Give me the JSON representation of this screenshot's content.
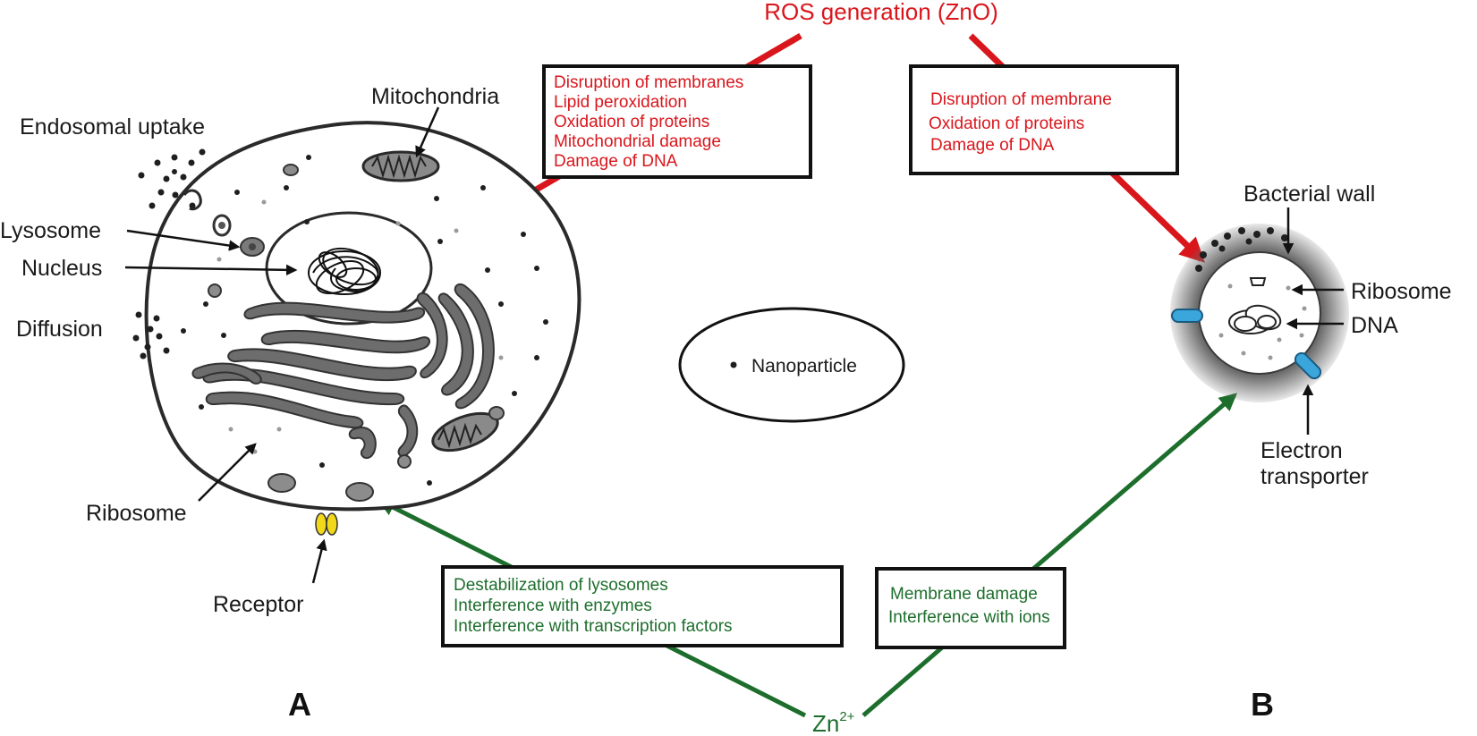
{
  "title": "ROS generation (ZnO)",
  "ion_label": {
    "base": "Zn",
    "sup": "2+"
  },
  "panel_labels": {
    "a": "A",
    "b": "B"
  },
  "legend": {
    "nanoparticle": "Nanoparticle"
  },
  "cell_labels": {
    "endosomal_uptake": "Endosomal uptake",
    "mitochondria": "Mitochondria",
    "lysosome": "Lysosome",
    "nucleus": "Nucleus",
    "diffusion": "Diffusion",
    "ribosome": "Ribosome",
    "receptor": "Receptor"
  },
  "bacteria_labels": {
    "bacterial_wall": "Bacterial wall",
    "ribosome": "Ribosome",
    "dna": "DNA",
    "electron_transporter_line1": "Electron",
    "electron_transporter_line2": "transporter"
  },
  "ros_box_cell": [
    "Disruption of membranes",
    "Lipid peroxidation",
    "Oxidation of proteins",
    "Mitochondrial damage",
    "Damage of DNA"
  ],
  "ros_box_bacteria": [
    "Disruption of membrane",
    "Oxidation of proteins",
    "Damage of DNA"
  ],
  "zn_box_cell": [
    "Destabilization of lysosomes",
    "Interference with enzymes",
    "Interference with transcription factors"
  ],
  "zn_box_bacteria": [
    "Membrane damage",
    "Interference with ions"
  ],
  "colors": {
    "ros": "#d9161c",
    "zn": "#1d6e2c",
    "transporter": "#3aa6dc",
    "receptor": "#f2d81b"
  }
}
